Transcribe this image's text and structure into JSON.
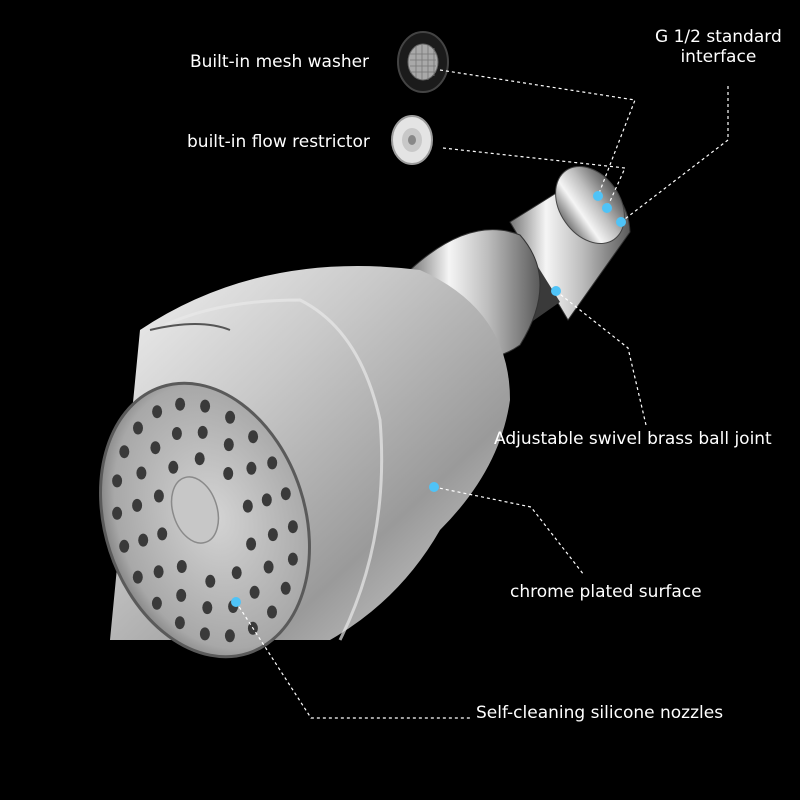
{
  "labels": {
    "mesh_washer": "Built-in mesh washer",
    "flow_restrictor": "built-in flow restrictor",
    "interface_line1": "G 1/2 standard",
    "interface_line2": "interface",
    "swivel_joint": "Adjustable swivel brass ball joint",
    "chrome_surface": "chrome plated surface",
    "nozzles": "Self-cleaning silicone nozzles"
  },
  "colors": {
    "background": "#000000",
    "label_text": "#ffffff",
    "callout_dot": "#4fc3f7",
    "callout_line": "#ffffff",
    "chrome_light": "#eeeeee",
    "chrome_dark": "#6f6f6f",
    "nozzle": "#3a3a3a"
  }
}
